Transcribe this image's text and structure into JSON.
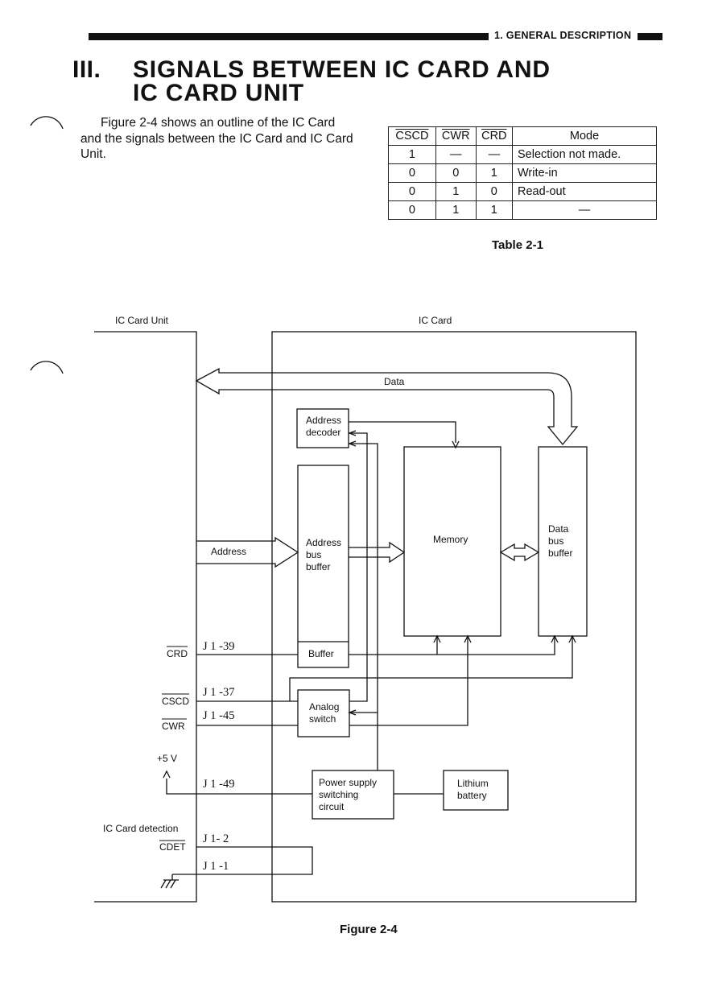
{
  "header": {
    "section": "1.  GENERAL DESCRIPTION"
  },
  "heading": {
    "number": "III.",
    "line1": "SIGNALS BETWEEN IC CARD AND",
    "line2": "IC CARD UNIT"
  },
  "intro": "Figure 2-4 shows an outline of the IC Card and the signals between the IC Card and IC Card Unit.",
  "table": {
    "headers": [
      "CSCD",
      "CWR",
      "CRD",
      "Mode"
    ],
    "rows": [
      [
        "1",
        "—",
        "—",
        "Selection not made."
      ],
      [
        "0",
        "0",
        "1",
        "Write-in"
      ],
      [
        "0",
        "1",
        "0",
        "Read-out"
      ],
      [
        "0",
        "1",
        "1",
        "—"
      ]
    ],
    "caption": "Table 2-1"
  },
  "diagram": {
    "unit_label": "IC Card Unit",
    "card_label": "IC Card",
    "data_label": "Data",
    "address_label": "Address",
    "address_decoder": [
      "Address",
      "decoder"
    ],
    "address_bus_buffer": [
      "Address",
      "bus",
      "buffer"
    ],
    "buffer": "Buffer",
    "memory": "Memory",
    "data_bus_buffer": [
      "Data",
      "bus",
      "buffer"
    ],
    "analog_switch": [
      "Analog",
      "switch"
    ],
    "power_supply": [
      "Power supply",
      "switching",
      "circuit"
    ],
    "lithium_battery": [
      "Lithium",
      "battery"
    ],
    "signals": {
      "crd": "CRD",
      "cscd": "CSCD",
      "cwr": "CWR",
      "plus5v": "+5 V",
      "detection": "IC Card detection",
      "cdet": "CDET"
    },
    "pins": {
      "j1_39": "J 1 -39",
      "j1_37": "J 1 -37",
      "j1_45": "J 1 -45",
      "j1_49": "J 1 -49",
      "j1_2": "J 1- 2",
      "j1_1": "J 1 -1"
    }
  },
  "figure_caption": "Figure 2-4"
}
